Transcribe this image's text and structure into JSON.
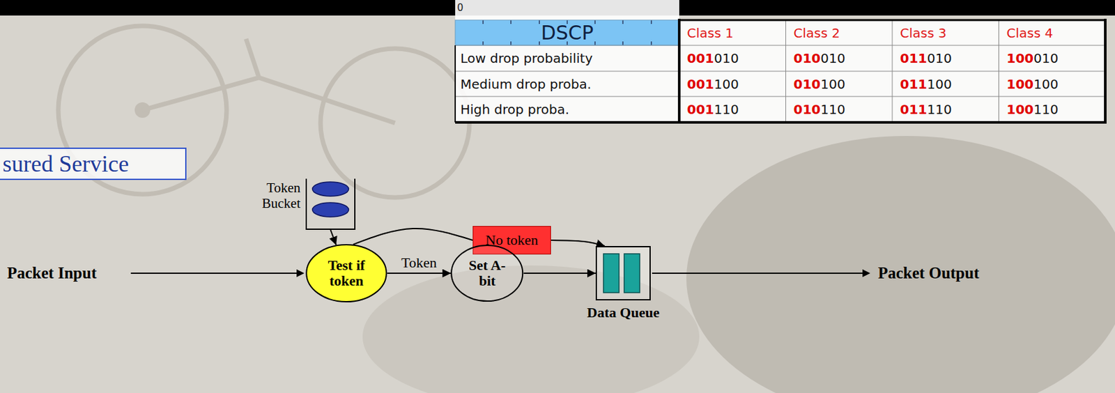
{
  "diagram": {
    "nodes": [
      {
        "text": [
          "sured Service"
        ]
      },
      {
        "text": [
          "Token Bucket"
        ]
      },
      {
        "text": [
          "Test if token"
        ]
      },
      {
        "text": [
          "No token"
        ]
      },
      {
        "text": [
          "Set A-bit"
        ]
      },
      {
        "text": [
          "Data Queue"
        ]
      }
    ],
    "edges": [
      {
        "from": 1,
        "to": 2,
        "arrow": "to"
      },
      {
        "from": 2,
        "to": 4,
        "label": "Token",
        "arrow": "to"
      },
      {
        "from": 2,
        "to": 3,
        "arrow": "none"
      },
      {
        "from": 3,
        "to": 5,
        "arrow": "to"
      },
      {
        "from": 4,
        "to": 5,
        "arrow": "to"
      }
    ],
    "labels": [
      "0",
      "DSCP",
      "Class 1",
      "Class 2",
      "Class 3",
      "Class 4",
      "Low drop probability",
      "001010",
      "010010",
      "011010",
      "100010",
      "Medium drop proba.",
      "001100",
      "010100",
      "011100",
      "100100",
      "High drop proba.",
      "001110",
      "010110",
      "011110",
      "100110",
      "Packet Input",
      "Packet Output"
    ]
  }
}
